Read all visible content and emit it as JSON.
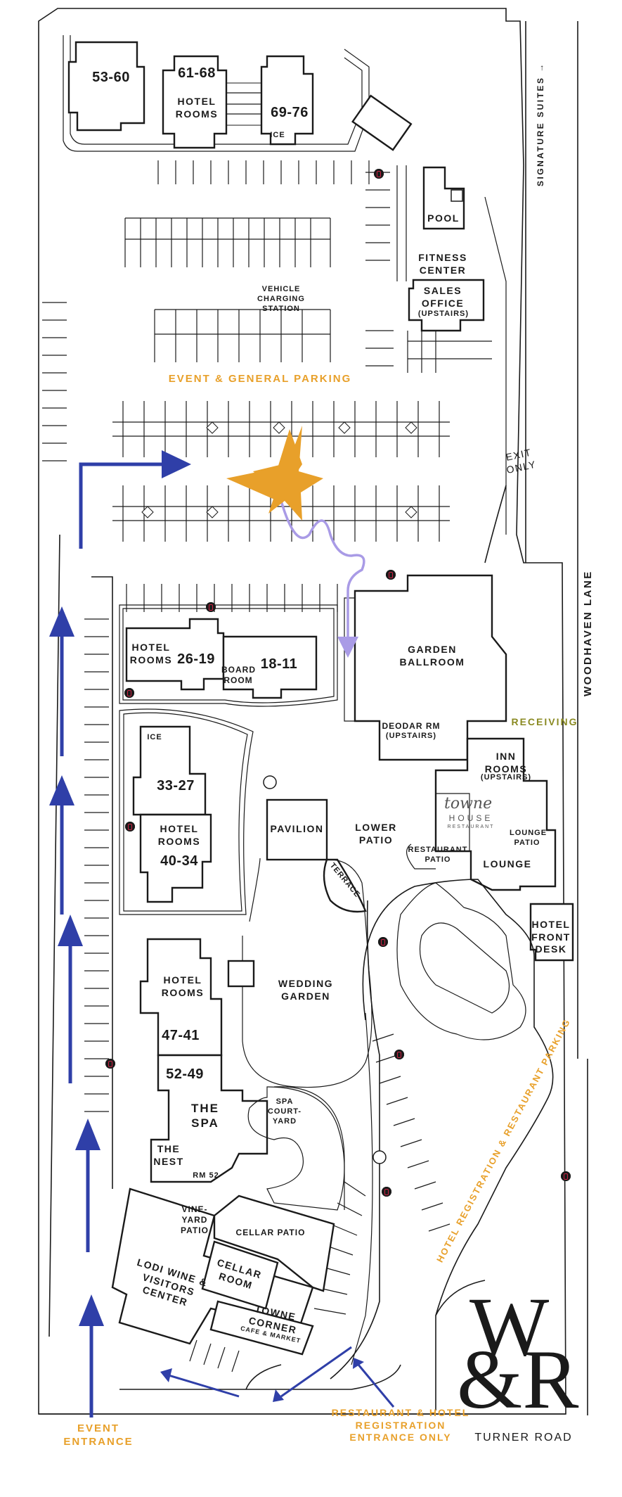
{
  "colors": {
    "outline": "#1a1a1a",
    "event_orange": "#e8a02a",
    "route_blue": "#2f3fa8",
    "walk_lavender": "#a99be6",
    "receiving_olive": "#8a8a22",
    "parking_dot": "#1a1a1a"
  },
  "map": {
    "buildings": {
      "b53_60": "53-60",
      "b61_68": "61-68",
      "hotel_rooms_top": "HOTEL ROOMS",
      "b69_76": "69-76",
      "ice_top": "ICE",
      "pool": "POOL",
      "fitness_center": "FITNESS CENTER",
      "sales_office": "SALES OFFICE",
      "sales_office_note": "(UPSTAIRS)",
      "vehicle_charging": "VEHICLE CHARGING STATION",
      "hotel_rooms_2619_label": "HOTEL ROOMS",
      "b26_19": "26-19",
      "board_room": "BOARD ROOM",
      "b18_11": "18-11",
      "garden_ballroom": "GARDEN BALLROOM",
      "deodar_rm": "DEODAR RM",
      "deodar_note": "(UPSTAIRS)",
      "ice_mid": "ICE",
      "b33_27": "33-27",
      "hotel_rooms_4034_label": "HOTEL ROOMS",
      "b40_34": "40-34",
      "pavilion": "PAVILION",
      "lower_patio": "LOWER PATIO",
      "terrace": "TERRACE",
      "inn_rooms": "INN ROOMS",
      "inn_rooms_note": "(UPSTAIRS)",
      "towne_house": "towne",
      "towne_house_sub": "HOUSE",
      "towne_house_restaurant": "RESTAURANT",
      "lounge_patio": "LOUNGE PATIO",
      "restaurant_patio": "RESTAURANT PATIO",
      "lounge": "LOUNGE",
      "hotel_front_desk": "HOTEL FRONT DESK",
      "hotel_rooms_4741_label": "HOTEL ROOMS",
      "b47_41": "47-41",
      "wedding_garden": "WEDDING GARDEN",
      "b52_49": "52-49",
      "the_spa": "THE SPA",
      "spa_courtyard": "SPA COURT-YARD",
      "the_nest": "THE NEST",
      "rm52": "RM 52",
      "vineyard_patio": "VINE-YARD PATIO",
      "cellar_patio": "CELLAR PATIO",
      "cellar_room": "CELLAR ROOM",
      "lodi_center": "LODI WINE & VISITORS CENTER",
      "towne_corner": "TOWNE CORNER",
      "towne_corner_sub": "CAFE & MARKET"
    },
    "labels": {
      "event_parking": "EVENT & GENERAL PARKING",
      "exit_only": "EXIT ONLY",
      "signature_suites": "SIGNATURE SUITES →",
      "woodhaven_lane": "WOODHAVEN LANE",
      "receiving": "RECEIVING",
      "hotel_reg_parking": "HOTEL REGISTRATION & RESTAURANT PARKING",
      "event_entrance": "EVENT ENTRANCE",
      "restaurant_entrance": "RESTAURANT & HOTEL REGISTRATION ENTRANCE ONLY",
      "turner_road": "TURNER ROAD"
    },
    "logo": {
      "line1": "W",
      "line2": "&R"
    }
  }
}
